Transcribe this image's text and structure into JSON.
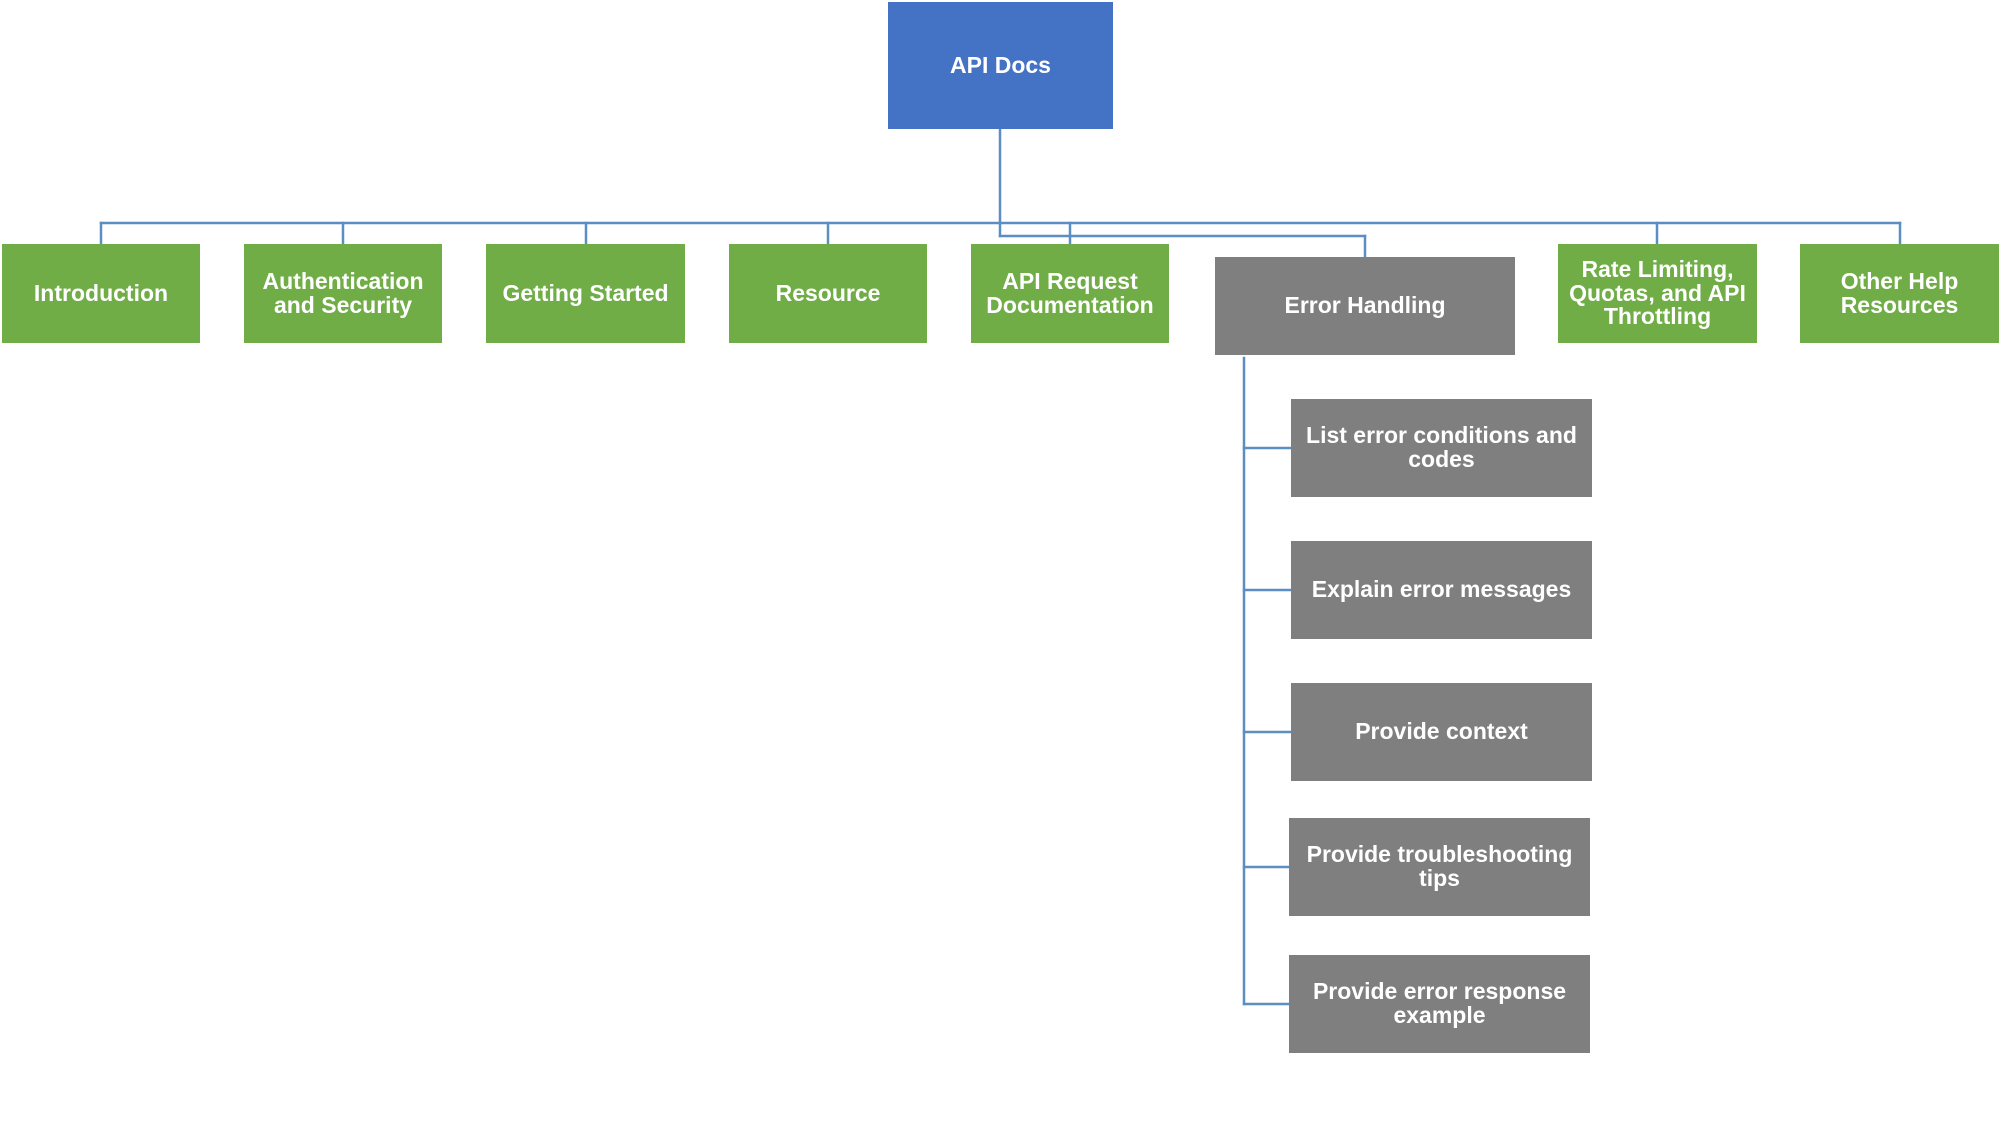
{
  "root": {
    "label": "API Docs"
  },
  "sections": [
    {
      "id": "introduction",
      "label": "Introduction"
    },
    {
      "id": "authentication",
      "label": "Authentication and Security"
    },
    {
      "id": "getting-started",
      "label": "Getting Started"
    },
    {
      "id": "resource",
      "label": "Resource"
    },
    {
      "id": "api-request-documentation",
      "label": "API Request Documentation"
    },
    {
      "id": "error-handling",
      "label": "Error Handling"
    },
    {
      "id": "rate-limiting",
      "label": "Rate Limiting, Quotas, and API Throttling"
    },
    {
      "id": "other-help-resources",
      "label": "Other Help Resources"
    }
  ],
  "error_handling_children": [
    {
      "label": "List error conditions and codes"
    },
    {
      "label": "Explain error messages"
    },
    {
      "label": "Provide context"
    },
    {
      "label": "Provide troubleshooting tips"
    },
    {
      "label": "Provide error response example"
    }
  ],
  "colors": {
    "root": "#4472c4",
    "section": "#70ad47",
    "highlighted_section": "#7f7f7f",
    "child": "#7f7f7f",
    "connector": "#5b8ec5"
  }
}
